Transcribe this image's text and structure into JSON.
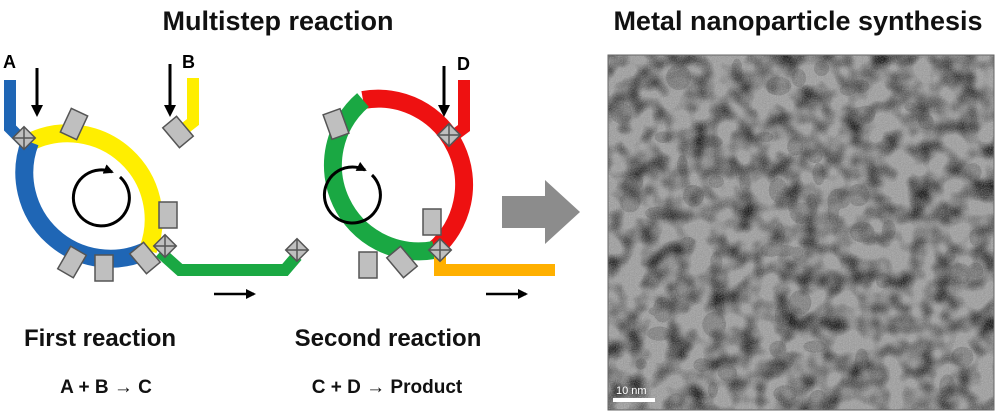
{
  "titles": {
    "left": "Multistep reaction",
    "right": "Metal nanoparticle synthesis"
  },
  "inlets": [
    "A",
    "B",
    "D"
  ],
  "reactions": {
    "first": {
      "label": "First reaction",
      "equation": "A + B → C"
    },
    "second": {
      "label": "Second reaction",
      "equation": "C + D → Product"
    }
  },
  "micrograph": {
    "scale_bar": "10 nm"
  },
  "colors": {
    "blue": "#1f66b5",
    "yellow": "#ffee00",
    "green": "#1aa843",
    "red": "#ee1111",
    "orange": "#ffb000",
    "valve": "#bfbfbf",
    "big_arrow": "#8c8c8c"
  },
  "icons": [
    "down-arrow-icon",
    "rotation-arrow-icon",
    "flow-arrow-icon",
    "valve-icon",
    "process-arrow-icon"
  ]
}
